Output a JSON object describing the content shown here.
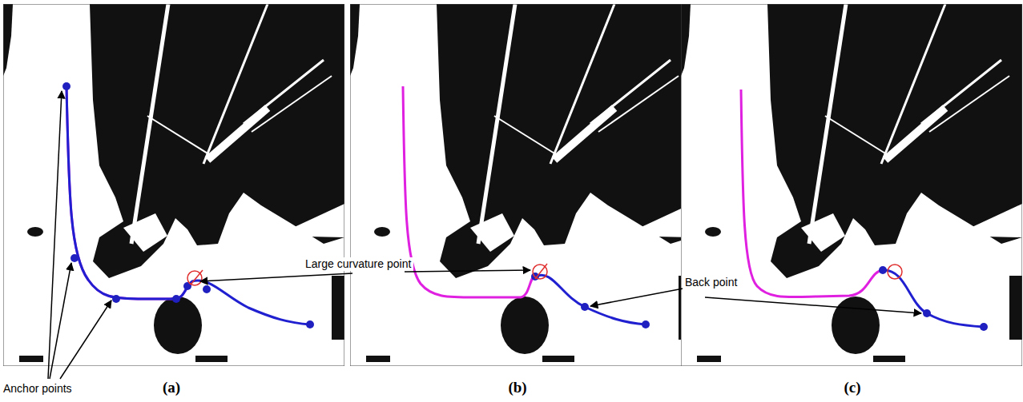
{
  "diagram": {
    "labels": [
      "Anchor points",
      "Large curvature point",
      "Back point",
      "(a)",
      "(b)",
      "(c)"
    ]
  }
}
